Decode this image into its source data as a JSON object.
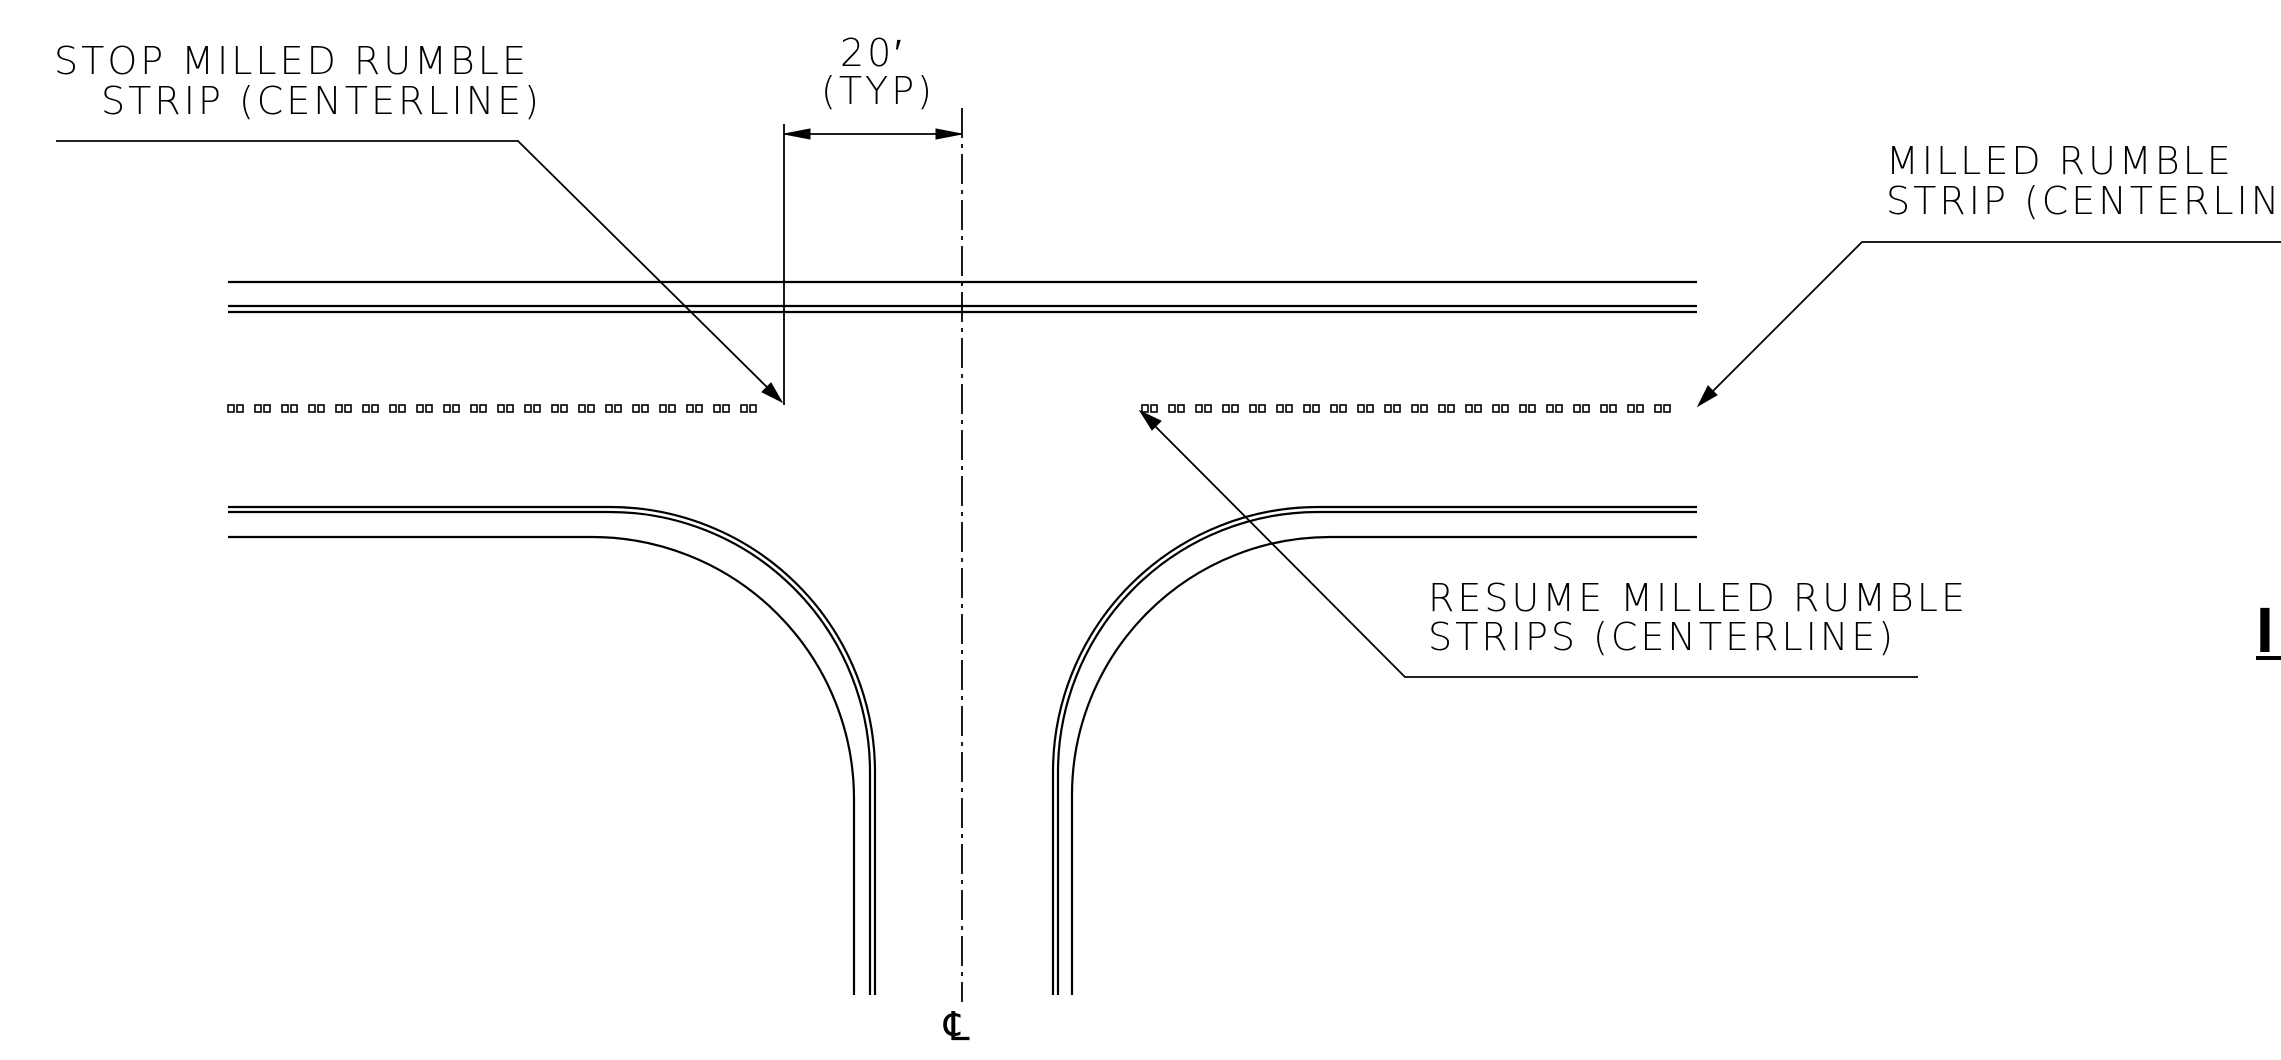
{
  "labels": {
    "stop_strip": [
      "STOP MILLED RUMBLE",
      "STRIP (CENTERLINE)"
    ],
    "dimension": [
      "20′",
      "(TYP)"
    ],
    "milled_strip": [
      "MILLED RUMBLE",
      "STRIP (CENTERLINE)"
    ],
    "resume_strip": [
      "RESUME MILLED RUMBLE",
      "STRIPS (CENTERLINE)"
    ],
    "centerline_symbol": "℄",
    "edge_mark": "I"
  },
  "colors": {
    "line": "#000000",
    "background": "#ffffff"
  }
}
